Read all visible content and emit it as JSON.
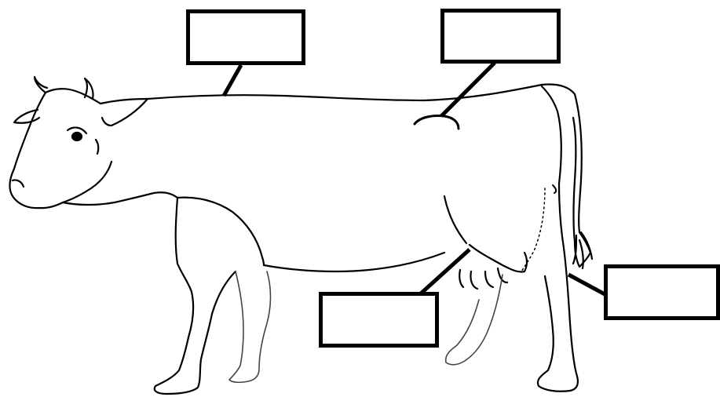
{
  "diagram": {
    "subject": "cow",
    "labels": [
      {
        "id": "label-1",
        "text": ""
      },
      {
        "id": "label-2",
        "text": ""
      },
      {
        "id": "label-3",
        "text": ""
      },
      {
        "id": "label-4",
        "text": ""
      }
    ],
    "colors": {
      "line": "#000000",
      "background": "#ffffff"
    }
  }
}
